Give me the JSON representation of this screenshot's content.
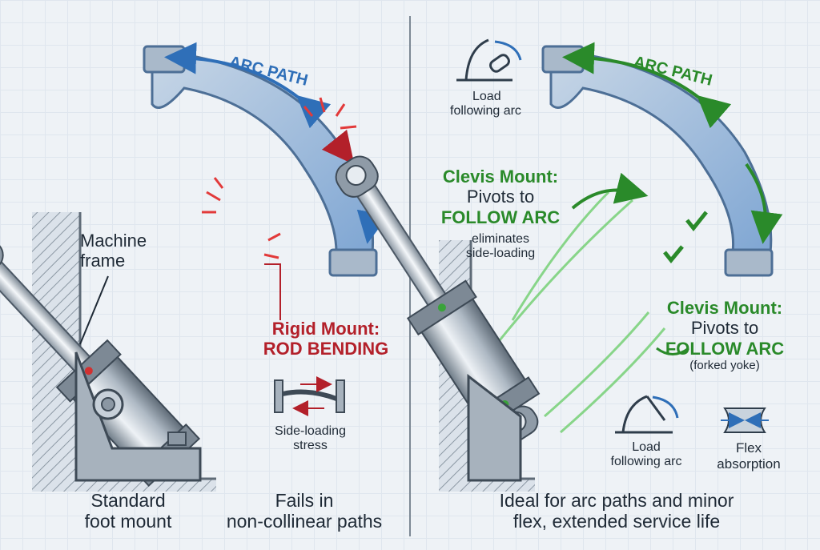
{
  "left": {
    "arc_label": "ARC PATH",
    "frame_label_line1": "Machine",
    "frame_label_line2": "frame",
    "rigid_title_line1": "Rigid Mount:",
    "rigid_title_line2": "ROD BENDING",
    "stress_line1": "Side-loading",
    "stress_line2": "stress",
    "bottom_left_line1": "Standard",
    "bottom_left_line2": "foot mount",
    "bottom_right_line1": "Fails in",
    "bottom_right_line2": "non-collinear paths"
  },
  "right": {
    "arc_label": "ARC PATH",
    "load_top_line1": "Load",
    "load_top_line2": "following arc",
    "clevis_a_line1": "Clevis Mount:",
    "clevis_a_line2": "Pivots to",
    "clevis_a_line3": "FOLLOW ARC",
    "clevis_a_line4": "eliminates",
    "clevis_a_line5": "side-loading",
    "clevis_b_line1": "Clevis Mount:",
    "clevis_b_line2": "Pivots to",
    "clevis_b_line3": "FOLLOW ARC",
    "clevis_b_line4": "(forked yoke)",
    "load_bottom_line1": "Load",
    "load_bottom_line2": "following arc",
    "flex_line1": "Flex",
    "flex_line2": "absorption",
    "bottom_line1": "Ideal for arc paths and minor",
    "bottom_line2": "flex, extended service life"
  },
  "colors": {
    "red": "#b3202a",
    "green": "#2a8a2a",
    "blue_arrow": "#2f6fb8",
    "steel": "#9aa7b4"
  }
}
